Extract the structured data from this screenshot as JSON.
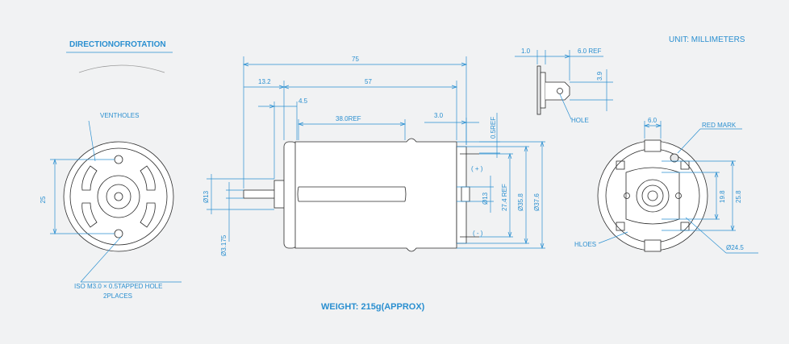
{
  "title": "DIRECTIONOFROTATION",
  "unit": "UNIT: MILLIMETERS",
  "weight": "WEIGHT: 215g(APPROX)",
  "left_view": {
    "ventholes": "VENTHOLES",
    "dim_25": "25",
    "tapped_hole": "ISO M3.0 × 0.5TAPPED HOLE",
    "places": "2PLACES"
  },
  "side_view": {
    "dim_75": "75",
    "dim_13_2": "13.2",
    "dim_57": "57",
    "dim_4_5": "4.5",
    "dim_38": "38.0REF",
    "dim_3_0": "3.0",
    "dim_0_5ref": "0.5REF",
    "dim_13_left": "Ø13",
    "dim_3_175": "Ø3.175",
    "dim_13_right": "Ø13",
    "dim_27_4": "27.4 REF",
    "dim_35_8": "Ø35.8",
    "dim_37_6": "Ø37.6",
    "plus": "( + )",
    "minus": "( - )"
  },
  "terminal_detail": {
    "dim_1_0": "1.0",
    "dim_6_0ref": "6.0 REF",
    "dim_3_9": "3.9",
    "hole": "HOLE"
  },
  "right_view": {
    "dim_6_0": "6.0",
    "red_mark": "RED MARK",
    "dim_19_8": "19.8",
    "dim_25_8": "25.8",
    "hloes": "HLOES",
    "dim_24_5": "Ø24.5"
  }
}
